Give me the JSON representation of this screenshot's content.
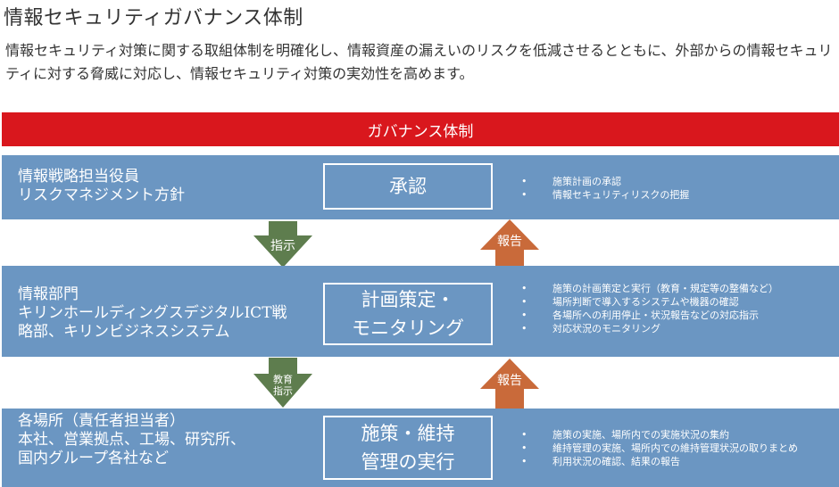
{
  "title": "情報セキュリティガバナンス体制",
  "intro": "情報セキュリティ対策に関する取組体制を明確化し、情報資産の漏えいのリスクを低減させるとともに、外部からの情報セキュリティに対する脅威に対応し、情報セキュリティ対策の実効性を高めます。",
  "banner": "ガバナンス体制",
  "tiers": [
    {
      "org_lines": [
        "情報戦略担当役員",
        "リスクマネジメント方針"
      ],
      "role_lines": [
        "承認"
      ],
      "bullets": [
        "施策計画の承認",
        "情報セキュリティリスクの把握"
      ]
    },
    {
      "org_lines": [
        "情報部門",
        "キリンホールディングスデジタルICT戦",
        "略部、キリンビジネスシステム"
      ],
      "role_lines": [
        "計画策定・",
        "モニタリング"
      ],
      "bullets": [
        "施策の計画策定と実行（教育・規定等の整備など）",
        "場所判断で導入するシステムや機器の確認",
        "各場所への利用停止・状況報告などの対応指示",
        "対応状況のモニタリング"
      ]
    },
    {
      "org_lines": [
        "各場所（責任者担当者）",
        "本社、営業拠点、工場、研究所、",
        "国内グループ各社など"
      ],
      "role_lines": [
        "施策・維持",
        "管理の実行"
      ],
      "bullets": [
        "施策の実施、場所内での実施状況の集約",
        "維持管理の実施、場所内での維持管理状況の取りまとめ",
        "利用状況の確認、結果の報告"
      ]
    }
  ],
  "arrows": {
    "down1": [
      "指示"
    ],
    "up1": [
      "報告"
    ],
    "down2": [
      "教育",
      "指示"
    ],
    "up2": [
      "報告"
    ]
  },
  "colors": {
    "banner": "#d9171d",
    "panel": "#6b96c2",
    "down_arrow": "#5e7d4e",
    "up_arrow": "#c96a3a"
  }
}
